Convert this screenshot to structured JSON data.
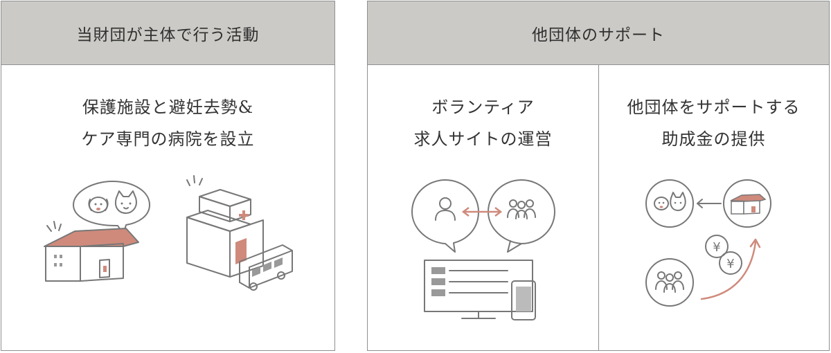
{
  "left_panel": {
    "header": "当財団が主体で行う活動",
    "caption_line1": "保護施設と避妊去勢&",
    "caption_line2": "ケア専門の病院を設立"
  },
  "right_panel": {
    "header": "他団体のサポート",
    "volunteer": {
      "caption_line1": "ボランティア",
      "caption_line2": "求人サイトの運営"
    },
    "grant": {
      "caption_line1": "他団体をサポートする",
      "caption_line2": "助成金の提供",
      "coin_symbol": "¥"
    }
  },
  "colors": {
    "accent": "#cf8a7c",
    "line": "#777777",
    "header_bg": "#cbcac6",
    "border": "#8f8f8f"
  },
  "icons": [
    "shelter-building-icon",
    "speech-bubble-icon",
    "dog-face-icon",
    "cat-face-icon",
    "hospital-building-icon",
    "medical-cross-icon",
    "bus-icon",
    "person-icon",
    "group-icon",
    "bidirectional-arrow-icon",
    "monitor-icon",
    "smartphone-icon",
    "yen-coin-icon",
    "arrow-left-icon",
    "curved-arrow-icon"
  ]
}
